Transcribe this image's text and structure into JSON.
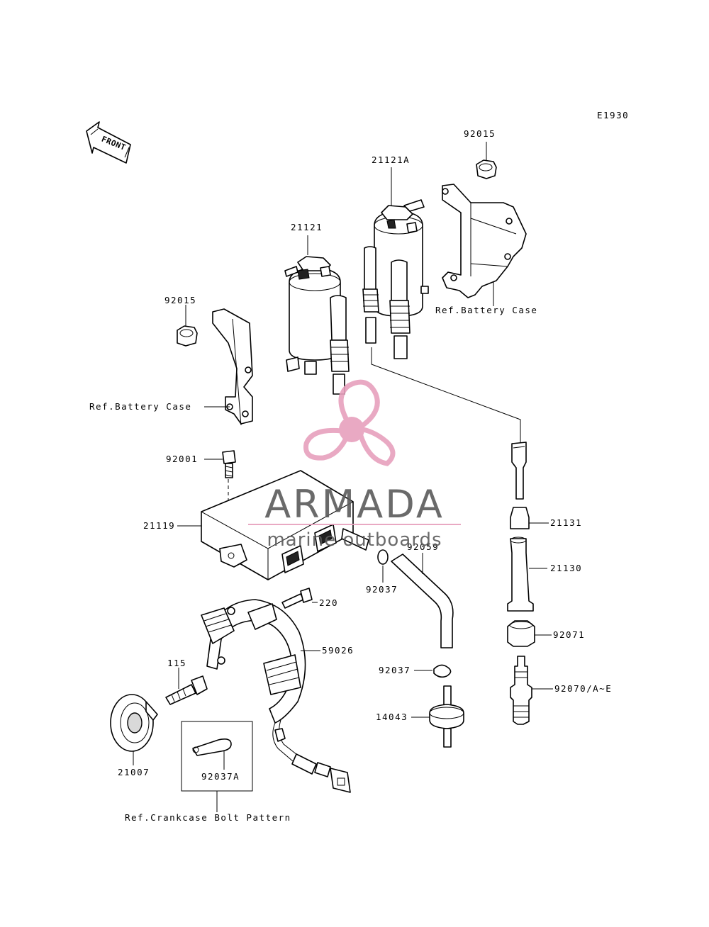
{
  "diagram_code": "E1930",
  "front_label": "FRONT",
  "watermark": {
    "brand": "ARMADA",
    "tagline": "marine outboards",
    "logo_color": "#e7a0bd",
    "text_color": "#5a5a5a"
  },
  "callouts": {
    "c92015_top": "92015",
    "c21121A": "21121A",
    "c21121": "21121",
    "c92015_left": "92015",
    "ref_battery_right": "Ref.Battery Case",
    "ref_battery_left": "Ref.Battery Case",
    "c92001": "92001",
    "c21119": "21119",
    "c21131": "21131",
    "c21130": "21130",
    "c92059": "92059",
    "c92037_a": "92037",
    "c220": "220",
    "c59026": "59026",
    "c92071": "92071",
    "c115": "115",
    "c92037_b": "92037",
    "c92070": "92070/A~E",
    "c14043": "14043",
    "c21007": "21007",
    "c92037A": "92037A",
    "ref_crankcase": "Ref.Crankcase Bolt Pattern"
  }
}
